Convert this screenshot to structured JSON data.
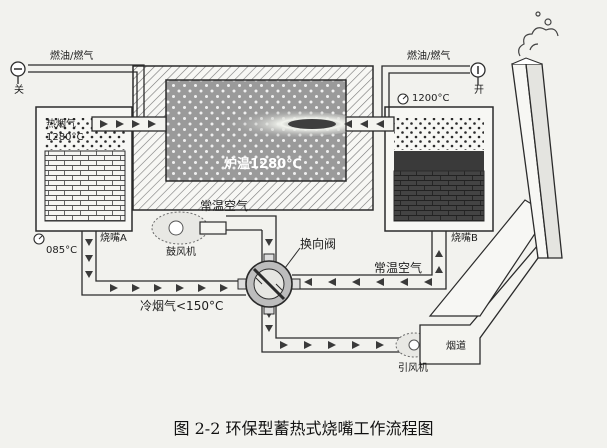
{
  "labels": {
    "fuel_left": "燃油/燃气",
    "valve_left_state": "关",
    "fuel_right": "燃油/燃气",
    "valve_right_state": "开",
    "hot_flue_gas": "热烟气",
    "temp_left_regen": "1280°C",
    "furnace_temp": "炉温1280℃",
    "temp_right": "1200°C",
    "burner_a": "烧嘴A",
    "burner_b": "烧嘴B",
    "exhaust_temp": "085°C",
    "blower": "鼓风机",
    "ambient_air_top": "常温空气",
    "reversing_valve": "换向阀",
    "ambient_air_right": "常温空气",
    "cold_flue_gas": "冷烟气<150°C",
    "flue": "烟道",
    "induced_draft_fan": "引风机"
  },
  "caption": "图 2-2  环保型蓄热式烧嘴工作流程图",
  "colors": {
    "wall": "#f7f7f4",
    "outline": "#2b2b2b",
    "furnace_interior": "#9a9a9a",
    "flame": "#e9ece6",
    "hot_regenerator": "#3a3a3a",
    "pipe": "#f4f4f0"
  }
}
